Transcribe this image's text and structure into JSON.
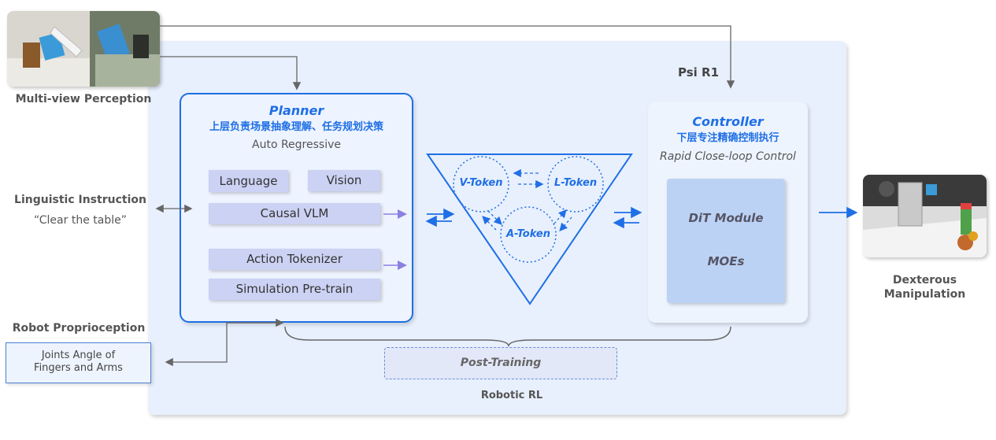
{
  "system_label": "Psi R1",
  "inputs": {
    "perception_label": "Multi-view Perception",
    "linguistic_label": "Linguistic Instruction",
    "linguistic_example": "“Clear the table”",
    "proprio_label": "Robot Proprioception",
    "joints_line1": "Joints Angle of",
    "joints_line2": "Fingers and Arms"
  },
  "planner": {
    "title": "Planner",
    "subtitle": "上层负责场景抽象理解、任务规划决策",
    "mode": "Auto Regressive",
    "modules": [
      "Language",
      "Vision",
      "Causal VLM",
      "Action Tokenizer",
      "Simulation Pre-train"
    ]
  },
  "tokens": [
    "V-Token",
    "L-Token",
    "A-Token"
  ],
  "controller": {
    "title": "Controller",
    "subtitle": "下层专注精确控制执行",
    "mode": "Rapid Close-loop Control",
    "modules": [
      "DiT Module",
      "MOEs"
    ]
  },
  "post_training": "Post-Training",
  "rl_label": "Robotic RL",
  "output": {
    "line1": "Dexterous",
    "line2": "Manipulation"
  },
  "colors": {
    "accent_blue": "#1f6fe5",
    "panel_bg": "#e8f0fd",
    "module_bg": "#ccd2f3",
    "arrow_purple": "#8b7fe0"
  }
}
